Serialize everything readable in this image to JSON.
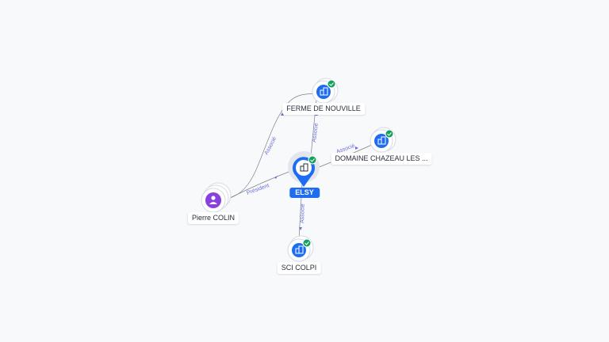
{
  "colors": {
    "company": "#1d6cf2",
    "person": "#8a3fe0",
    "verified": "#12a05c",
    "edge": "#7d808a",
    "edge_label": "#6a6fd6"
  },
  "nodes": {
    "ferme": {
      "label": "FERME DE NOUVILLE",
      "icon": "building-icon",
      "verified": true
    },
    "domaine": {
      "label": "DOMAINE CHAZEAU LES ...",
      "icon": "building-icon",
      "verified": true
    },
    "elsy": {
      "label": "ELSY",
      "icon": "building-icon",
      "verified": true
    },
    "pierre": {
      "label": "Pierre COLIN",
      "icon": "person-icon",
      "verified": false
    },
    "sci": {
      "label": "SCI COLPI",
      "icon": "building-icon",
      "verified": true
    }
  },
  "edges": {
    "pierre_ferme": "Associé",
    "pierre_elsy": "Président",
    "elsy_ferme": "Associé",
    "elsy_domaine": "Associé",
    "elsy_sci": "Associé"
  }
}
